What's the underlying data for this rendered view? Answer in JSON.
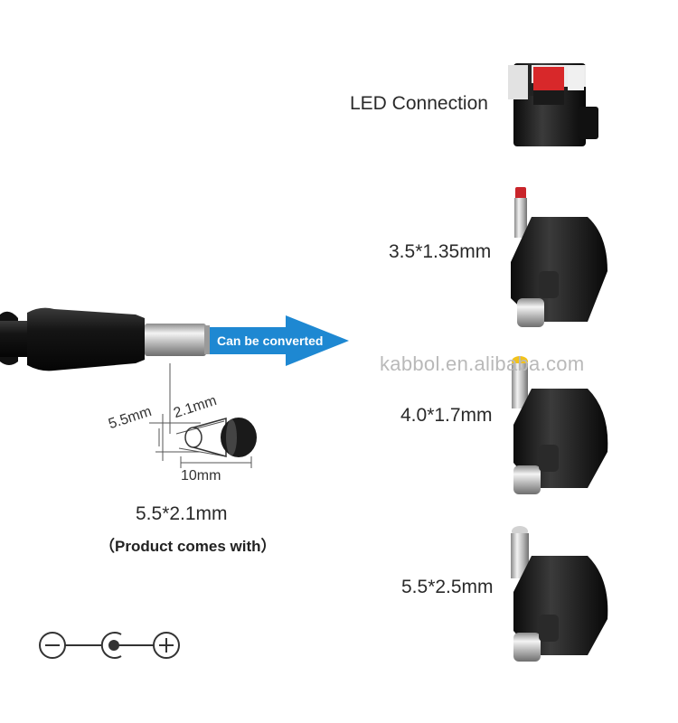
{
  "labels": {
    "led": "LED Connection",
    "tip_a": "3.5*1.35mm",
    "tip_b": "4.0*1.7mm",
    "tip_c": "5.5*2.5mm",
    "main": "5.5*2.1mm",
    "note": "（Product comes with）"
  },
  "arrow": {
    "text": "Can be converted",
    "color": "#1e88d2"
  },
  "watermark": "kabbol.en.alibaba.com",
  "dimensions": {
    "outer": "5.5mm",
    "inner": "2.1mm",
    "length": "10mm"
  },
  "tip_colors": {
    "led_red": "#d8282a",
    "tip_a": "#c9242a",
    "tip_b": "#f2c21a",
    "tip_c": "#c8c8c8"
  }
}
